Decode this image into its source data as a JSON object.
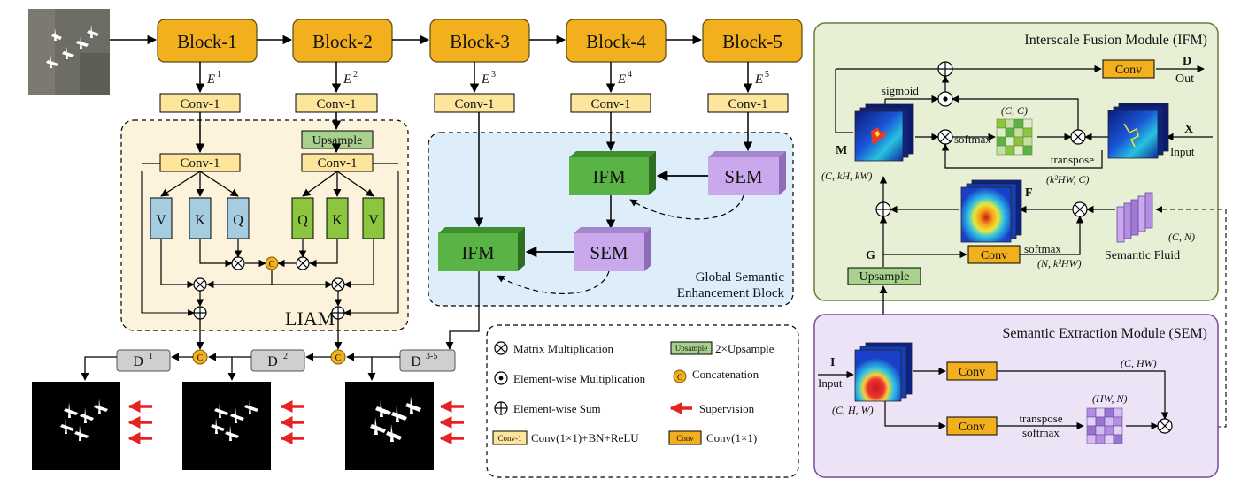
{
  "backbone": {
    "blocks": [
      "Block-1",
      "Block-2",
      "Block-3",
      "Block-4",
      "Block-5"
    ],
    "features": [
      "E",
      "E",
      "E",
      "E",
      "E"
    ],
    "feature_sups": [
      "1",
      "2",
      "3",
      "4",
      "5"
    ],
    "conv1": "Conv-1",
    "upsample": "Upsample"
  },
  "liam": {
    "title": "LIAM",
    "left_qkv": [
      "V",
      "K",
      "Q"
    ],
    "right_qkv": [
      "Q",
      "K",
      "V"
    ],
    "concat_symbol": "C"
  },
  "gseb": {
    "ifm": "IFM",
    "sem": "SEM",
    "title_line1": "Global Semantic",
    "title_line2": "Enhancement Block"
  },
  "decoders": {
    "d1": "D",
    "d1_sup": "1",
    "d2": "D",
    "d2_sup": "2",
    "d35": "D",
    "d35_sup": "3-5"
  },
  "legend": {
    "matmul": "Matrix Multiplication",
    "elemmul": "Element-wise Multiplication",
    "elemsum": "Element-wise Sum",
    "conv1_tag": "Conv-1",
    "conv1_desc": "Conv(1×1)+BN+ReLU",
    "upsample_tag": "Upsample",
    "upsample_desc": "2×Upsample",
    "concat": "Concatenation",
    "supervision": "Supervision",
    "conv_tag": "Conv",
    "conv_desc": "Conv(1×1)"
  },
  "ifm_module": {
    "title": "Interscale Fusion Module (IFM)",
    "conv": "Conv",
    "d_label": "D",
    "out_label": "Out",
    "sigmoid": "sigmoid",
    "softmax": "softmax",
    "cc": "(C, C)",
    "m_label": "M",
    "x_label": "X",
    "input_label": "Input",
    "transpose": "transpose",
    "m_dims": "(C, kH, kW)",
    "k2hw_c": "(k²HW, C)",
    "f_label": "F",
    "cn": "(C, N)",
    "g_label": "G",
    "softmax2": "softmax",
    "n_k2hw": "(N, k²HW)",
    "semantic_fluid": "Semantic Fluid",
    "upsample": "Upsample"
  },
  "sem_module": {
    "title": "Semantic Extraction Module (SEM)",
    "i_label": "I",
    "input_label": "Input",
    "chw": "(C, H, W)",
    "conv": "Conv",
    "c_hw": "(C, HW)",
    "hw_n": "(HW, N)",
    "transpose": "transpose",
    "softmax": "softmax"
  },
  "colors": {
    "block": "#f2b01e",
    "conv1": "#fde69c",
    "liam_bg": "#fdf3dc",
    "gseb_bg": "#ddeefa",
    "ifm_green": "#5ab445",
    "sem_purple": "#c9a8ec",
    "ifm_module_bg": "#e7efd5",
    "sem_module_bg": "#ede3f7",
    "supervision_red": "#e52222"
  }
}
